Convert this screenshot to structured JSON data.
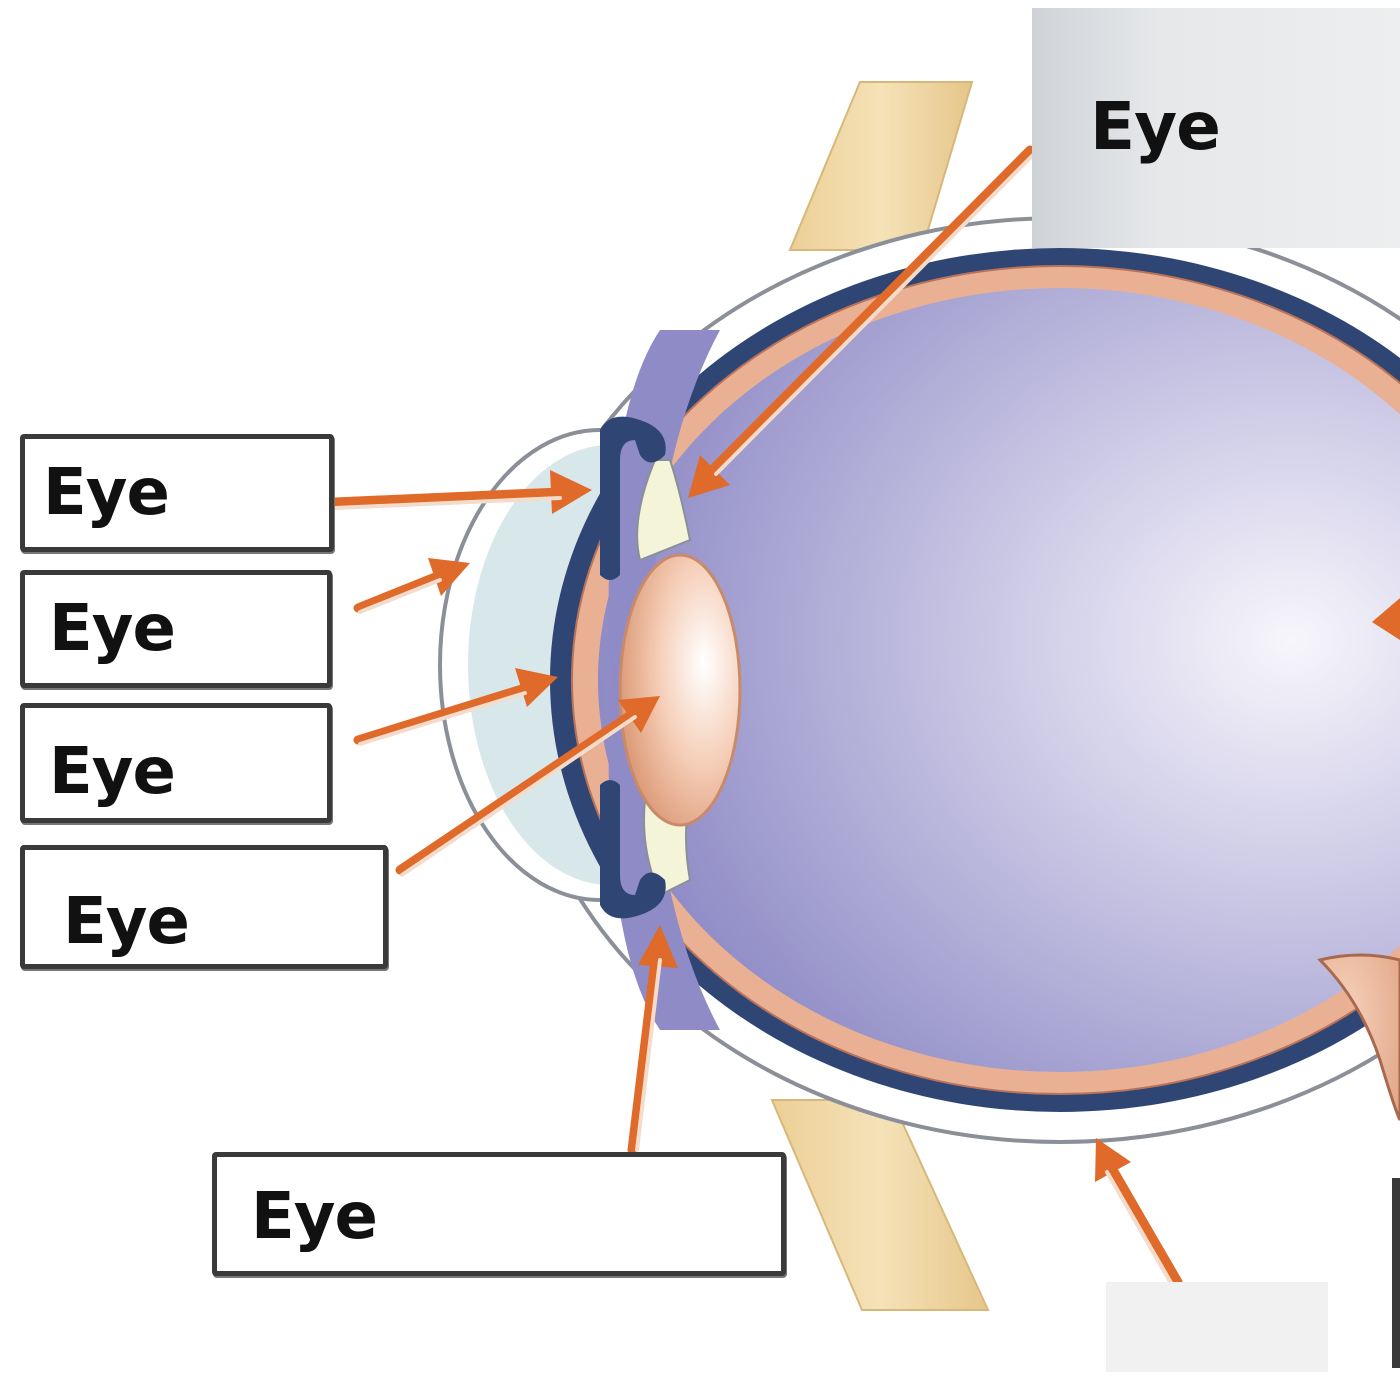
{
  "labels": [
    "Eye",
    "Eye",
    "Eye",
    "Eye",
    "Eye",
    "Eye"
  ]
}
